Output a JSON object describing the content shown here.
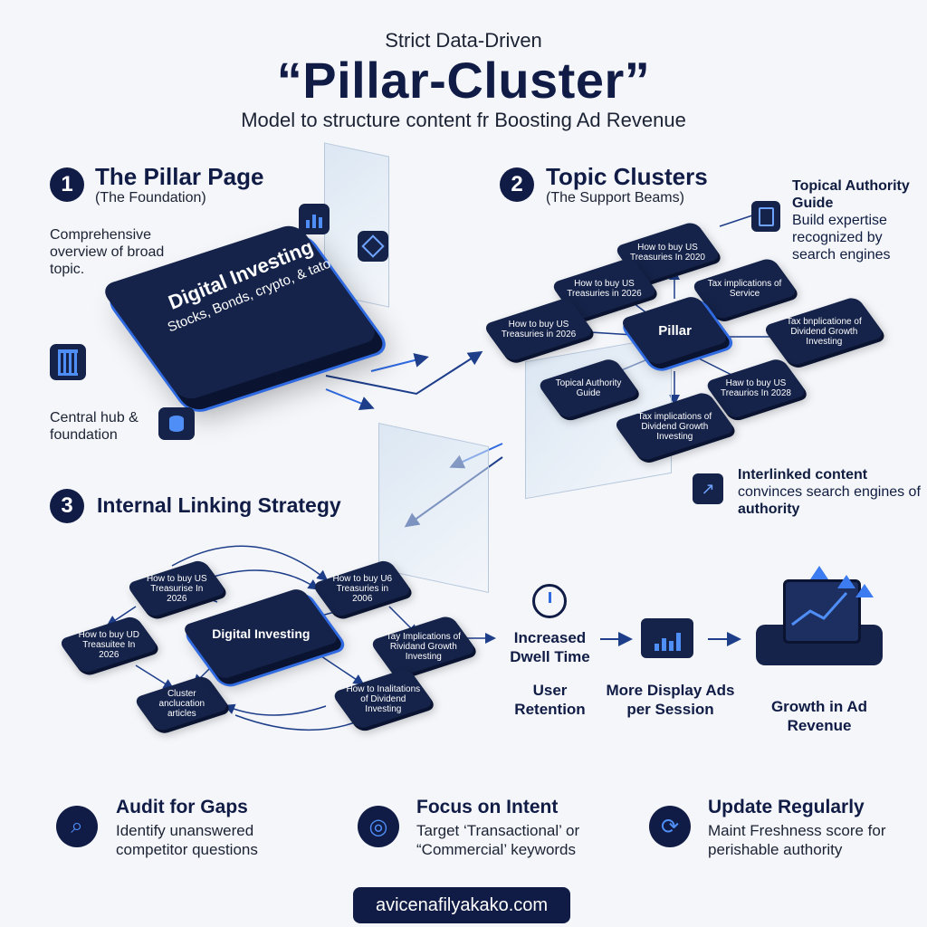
{
  "header": {
    "pretitle": "Strict Data-Driven",
    "title": "“Pillar-Cluster”",
    "subtitle": "Model to structure content fr Boosting Ad Revenue"
  },
  "section1": {
    "number": "1",
    "title": "The Pillar Page",
    "sub": "(The Foundation)",
    "note_top": "Comprehensive overview of broad topic.",
    "note_bottom": "Central hub & foundation",
    "block_title": "Digital Investing",
    "block_sub": "Stocks, Bonds, crypto, & tato"
  },
  "section2": {
    "number": "2",
    "title": "Topic Clusters",
    "sub": "(The Support Beams)",
    "guide_title": "Topical Authority Guide",
    "guide_text": "Build expertise recognized by search engines",
    "interlinked_title": "Interlinked content",
    "interlinked_text": "convinces search engines of",
    "interlinked_bold": "authority",
    "pillar_label": "Pillar",
    "tiles": [
      "How to buy US Treasuries In 2020",
      "How to buy US Treasuries in 2026",
      "Tax implications of Service",
      "How to buy US Treasuries in 2026",
      "Tax bnplicatione of Dividend Growth Investing",
      "Topical Authority Guide",
      "Haw to buy US Treaurios In 2028",
      "Tax implications of Dividend Growth Investing"
    ]
  },
  "section3": {
    "number": "3",
    "title": "Internal Linking Strategy",
    "center_label": "Digital Investing",
    "tiles": [
      "How to buy US Treasurise In 2026",
      "How to buy U6 Treasuries in 2006",
      "How to buy UD Treasuitee In 2026",
      "Tay Implications of Rividand Growth Investing",
      "Cluster anclucation articles",
      "How to Inalitations of Dividend Investing"
    ]
  },
  "flow": {
    "dwell": "Increased Dwell Time",
    "retention": "User Retention",
    "ads": "More Display Ads per Session",
    "growth": "Growth in Ad Revenue"
  },
  "tips": [
    {
      "title": "Audit for Gaps",
      "text": "Identify unanswered competitor questions",
      "icon": "search-icon"
    },
    {
      "title": "Focus on Intent",
      "text": "Target ‘Transactional’ or “Commercial’ keywords",
      "icon": "target-icon"
    },
    {
      "title": "Update Regularly",
      "text": "Maint Freshness score for perishable authority",
      "icon": "refresh-icon"
    }
  ],
  "footer": {
    "site": "avicenafilyakako.com"
  },
  "colors": {
    "navy": "#101c45",
    "accent": "#3d7cf0",
    "bg": "#f4f6fa"
  }
}
